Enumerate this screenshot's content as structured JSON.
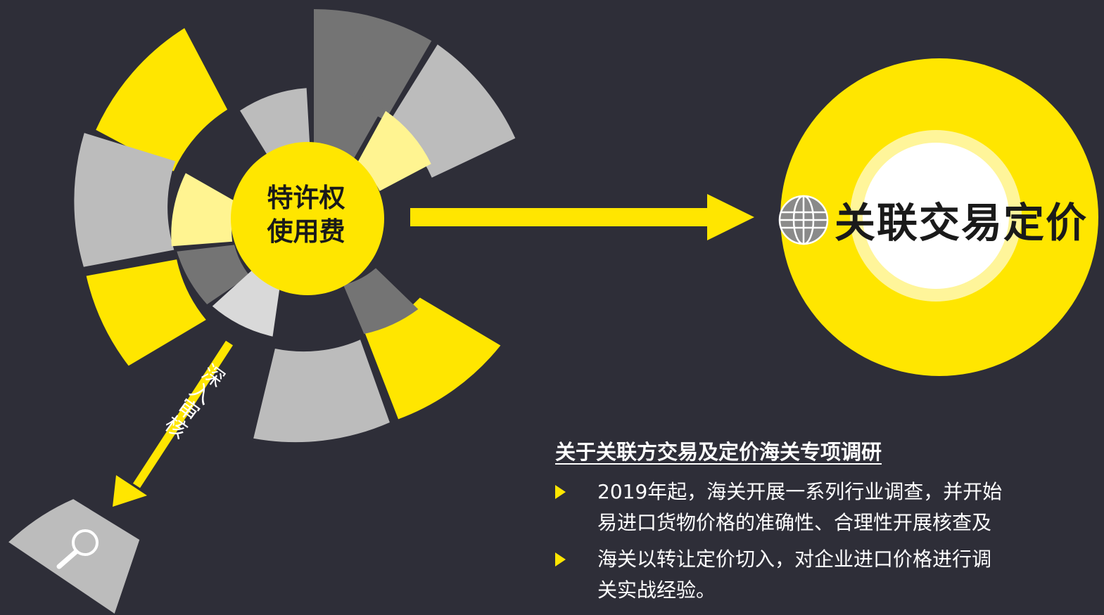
{
  "colors": {
    "background": "#2e2e38",
    "accent_yellow": "#ffe600",
    "pale_yellow": "#fff491",
    "dark_gray": "#747474",
    "mid_gray": "#bcbcbc",
    "light_gray": "#d9d9d9",
    "white": "#ffffff"
  },
  "hub": {
    "line1": "特许权",
    "line2": "使用费"
  },
  "focus": {
    "title": "关联交易定价",
    "icon": "globe-icon"
  },
  "deep_dive": {
    "label": "深入审核",
    "icon": "magnifier-icon"
  },
  "study": {
    "title": "关于关联方交易及定价海关专项调研",
    "bullets": [
      {
        "line1": "2019年起，海关开展一系列行业调查，并开始",
        "line2": "易进口货物价格的准确性、合理性开展核查及"
      },
      {
        "line1": "海关以转让定价切入，对企业进口价格进行调",
        "line2": "关实战经验。"
      }
    ]
  }
}
